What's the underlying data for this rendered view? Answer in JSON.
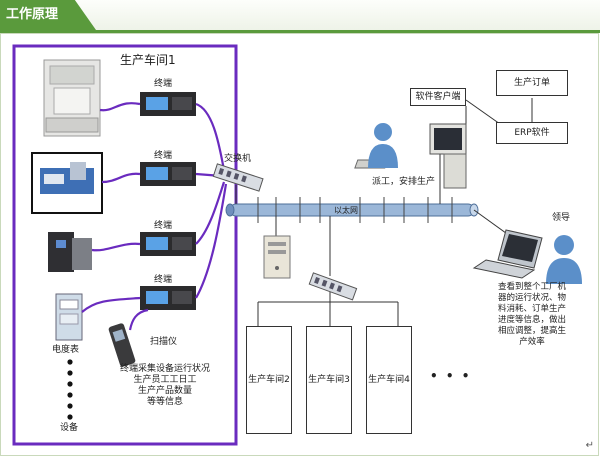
{
  "header": {
    "title": "工作原理"
  },
  "workshop1": {
    "title": "生产车间1"
  },
  "devices": {
    "terminals": [
      "终端",
      "终端",
      "终端",
      "终端"
    ],
    "meter": "电度表",
    "scanner": "扫描仪",
    "equipment": "设备",
    "collection_note": [
      "终端采集设备运行状况",
      "生产员工工日工",
      "生产产品数量",
      "等等信息"
    ]
  },
  "network": {
    "switch_label": "交换机",
    "ethernet_label": "以太网"
  },
  "software": {
    "client": "软件客户端",
    "dispatch": "派工，安排生产",
    "order": "生产订单",
    "erp": "ERP软件"
  },
  "leader": {
    "label": "领导",
    "note": [
      "查看到整个工厂机",
      "器的运行状况、物",
      "料消耗、订单生产",
      "进度等信息，做出",
      "相应调整，提高生",
      "产效率"
    ]
  },
  "workshops": [
    "生产车间2",
    "生产车间3",
    "生产车间4"
  ],
  "ellipsis": "• • •",
  "corner_mark": "↵",
  "colors": {
    "header_green": "#5a9a3c",
    "workshop_border": "#6a2bbf",
    "cable": "#6a2bbf",
    "ethernet_bar": "#9bb7d8",
    "person": "#5b8fc9"
  }
}
